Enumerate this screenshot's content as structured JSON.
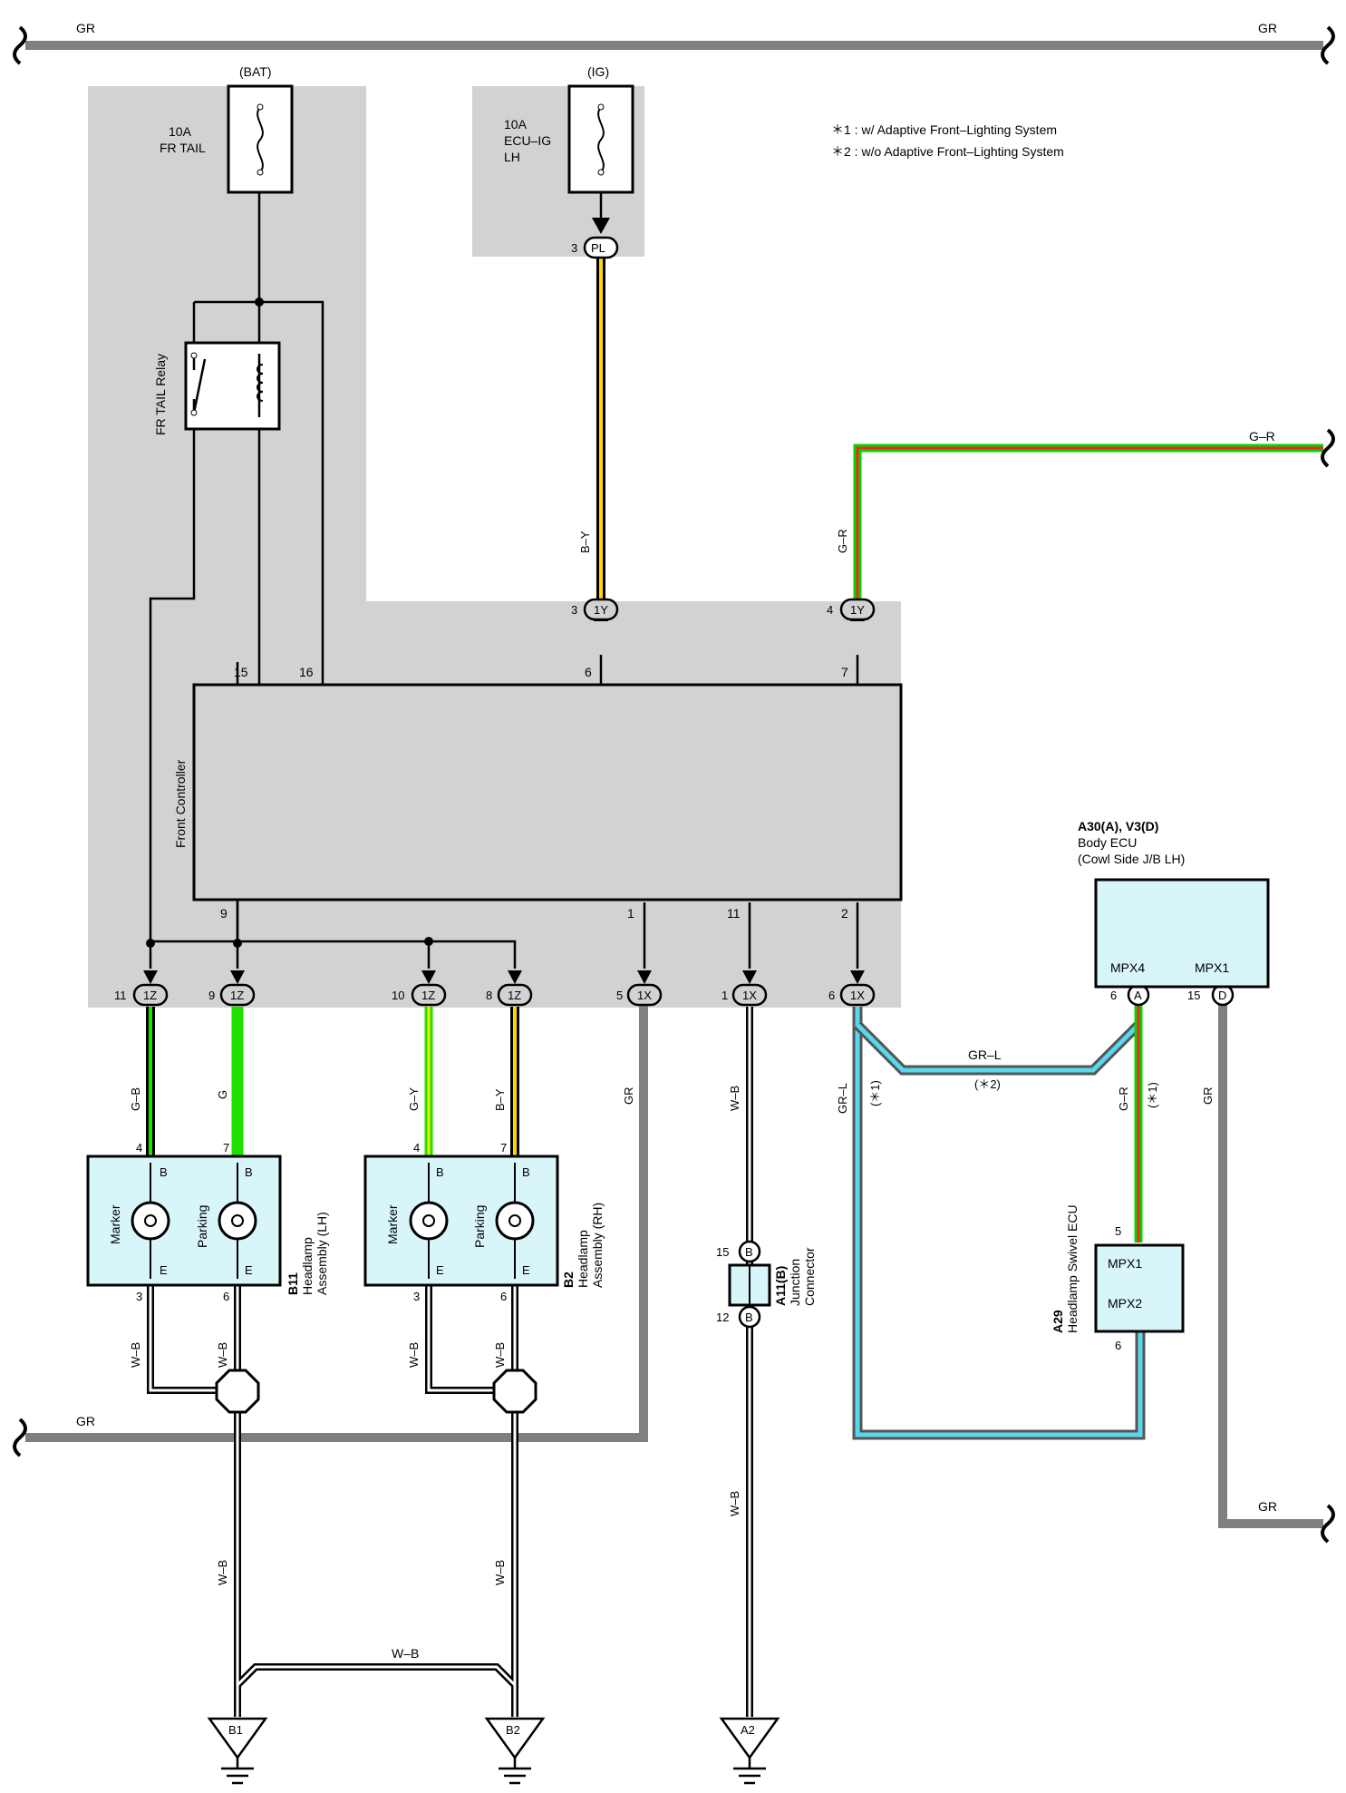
{
  "notes": {
    "n1": "＊1 : w/ Adaptive Front–Lighting System",
    "n2": "＊2 : w/o Adaptive Front–Lighting System"
  },
  "sources": {
    "bat": "(BAT)",
    "ig": "(IG)"
  },
  "fuse_bat": {
    "amp": "10A",
    "name": "FR TAIL"
  },
  "fuse_ig": {
    "amp": "10A",
    "name1": "ECU–IG",
    "name2": "LH"
  },
  "relay": {
    "name": "FR TAIL Relay"
  },
  "front_controller": {
    "name": "Front Controller",
    "pins": {
      "p15": "15",
      "p16": "16",
      "p6": "6",
      "p7": "7",
      "p9": "9",
      "p1": "1",
      "p11": "11",
      "p2": "2"
    }
  },
  "connectors": {
    "pl": {
      "id": "PL",
      "pin": "3"
    },
    "y1a": {
      "id": "1Y",
      "pin": "3"
    },
    "y1b": {
      "id": "1Y",
      "pin": "4"
    },
    "z11": {
      "id": "1Z",
      "pin": "11"
    },
    "z9": {
      "id": "1Z",
      "pin": "9"
    },
    "z10": {
      "id": "1Z",
      "pin": "10"
    },
    "z8": {
      "id": "1Z",
      "pin": "8"
    },
    "x5": {
      "id": "1X",
      "pin": "5"
    },
    "x1": {
      "id": "1X",
      "pin": "1"
    },
    "x6": {
      "id": "1X",
      "pin": "6"
    },
    "a6": {
      "id": "A",
      "pin": "6"
    },
    "d15": {
      "id": "D",
      "pin": "15"
    },
    "b15": {
      "id": "B",
      "pin": "15"
    },
    "b12": {
      "id": "B",
      "pin": "12"
    }
  },
  "wires": {
    "gr": "GR",
    "gr_l": "GR–L",
    "g_r": "G–R",
    "b_y": "B–Y",
    "g_b": "G–B",
    "g": "G",
    "g_y": "G–Y",
    "w_b": "W–B",
    "star1": "(＊1)",
    "star2": "(＊2)"
  },
  "headlamp_lh": {
    "code": "B11",
    "name1": "Headlamp",
    "name2": "Assembly (LH)",
    "marker": "Marker",
    "parking": "Parking",
    "b": "B",
    "e": "E",
    "pin4": "4",
    "pin7": "7",
    "pin3": "3",
    "pin6": "6"
  },
  "headlamp_rh": {
    "code": "B2",
    "name1": "Headlamp",
    "name2": "Assembly (RH)",
    "marker": "Marker",
    "parking": "Parking",
    "b": "B",
    "e": "E",
    "pin4": "4",
    "pin7": "7",
    "pin3": "3",
    "pin6": "6"
  },
  "junction": {
    "code": "A11(B)",
    "name1": "Junction",
    "name2": "Connector"
  },
  "body_ecu": {
    "code": "A30(A), V3(D)",
    "name": "Body ECU",
    "loc": "(Cowl Side J/B LH)",
    "mpx4": "MPX4",
    "mpx1": "MPX1"
  },
  "swivel_ecu": {
    "code": "A29",
    "name": "Headlamp Swivel ECU",
    "mpx1": "MPX1",
    "mpx2": "MPX2",
    "pin5": "5",
    "pin6": "6"
  },
  "grounds": {
    "b1": "B1",
    "b2": "B2",
    "a2": "A2"
  }
}
